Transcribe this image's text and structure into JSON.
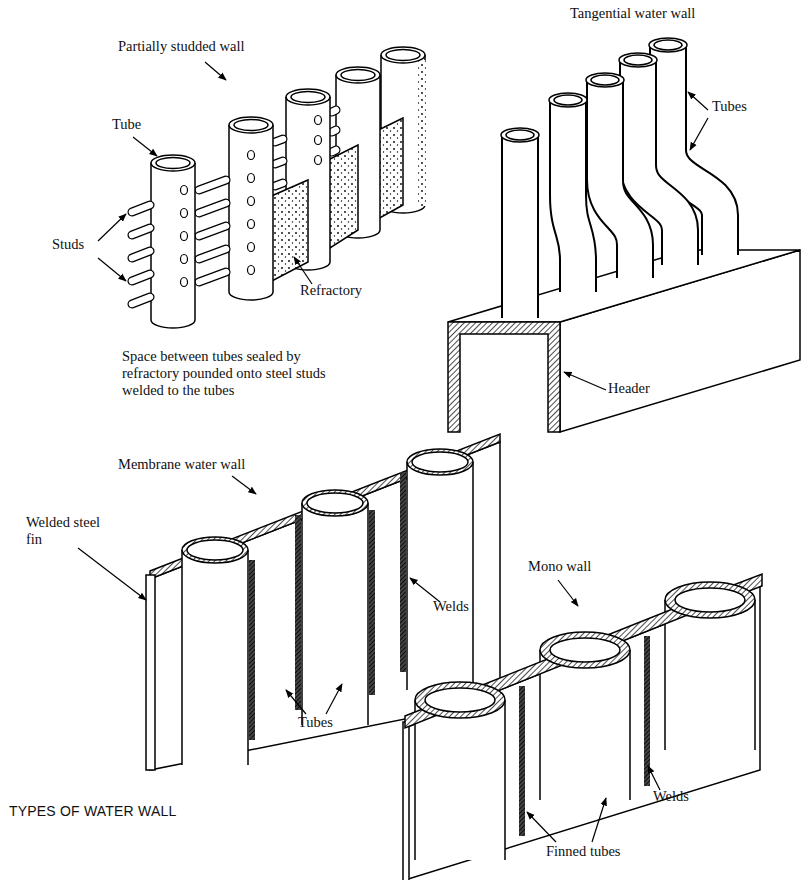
{
  "diagram": {
    "caption": "TYPES OF WATER WALL",
    "labels": [
      "Partially studded wall",
      "Tube",
      "Studs",
      "Refractory",
      "Space between tubes sealed by refractory pounded onto steel studs welded to the tubes",
      "Tangential water wall",
      "Tubes",
      "Header",
      "Membrane water wall",
      "Welded steel fin",
      "Welds",
      "Tubes",
      "Mono wall",
      "Welds",
      "Finned tubes"
    ]
  }
}
